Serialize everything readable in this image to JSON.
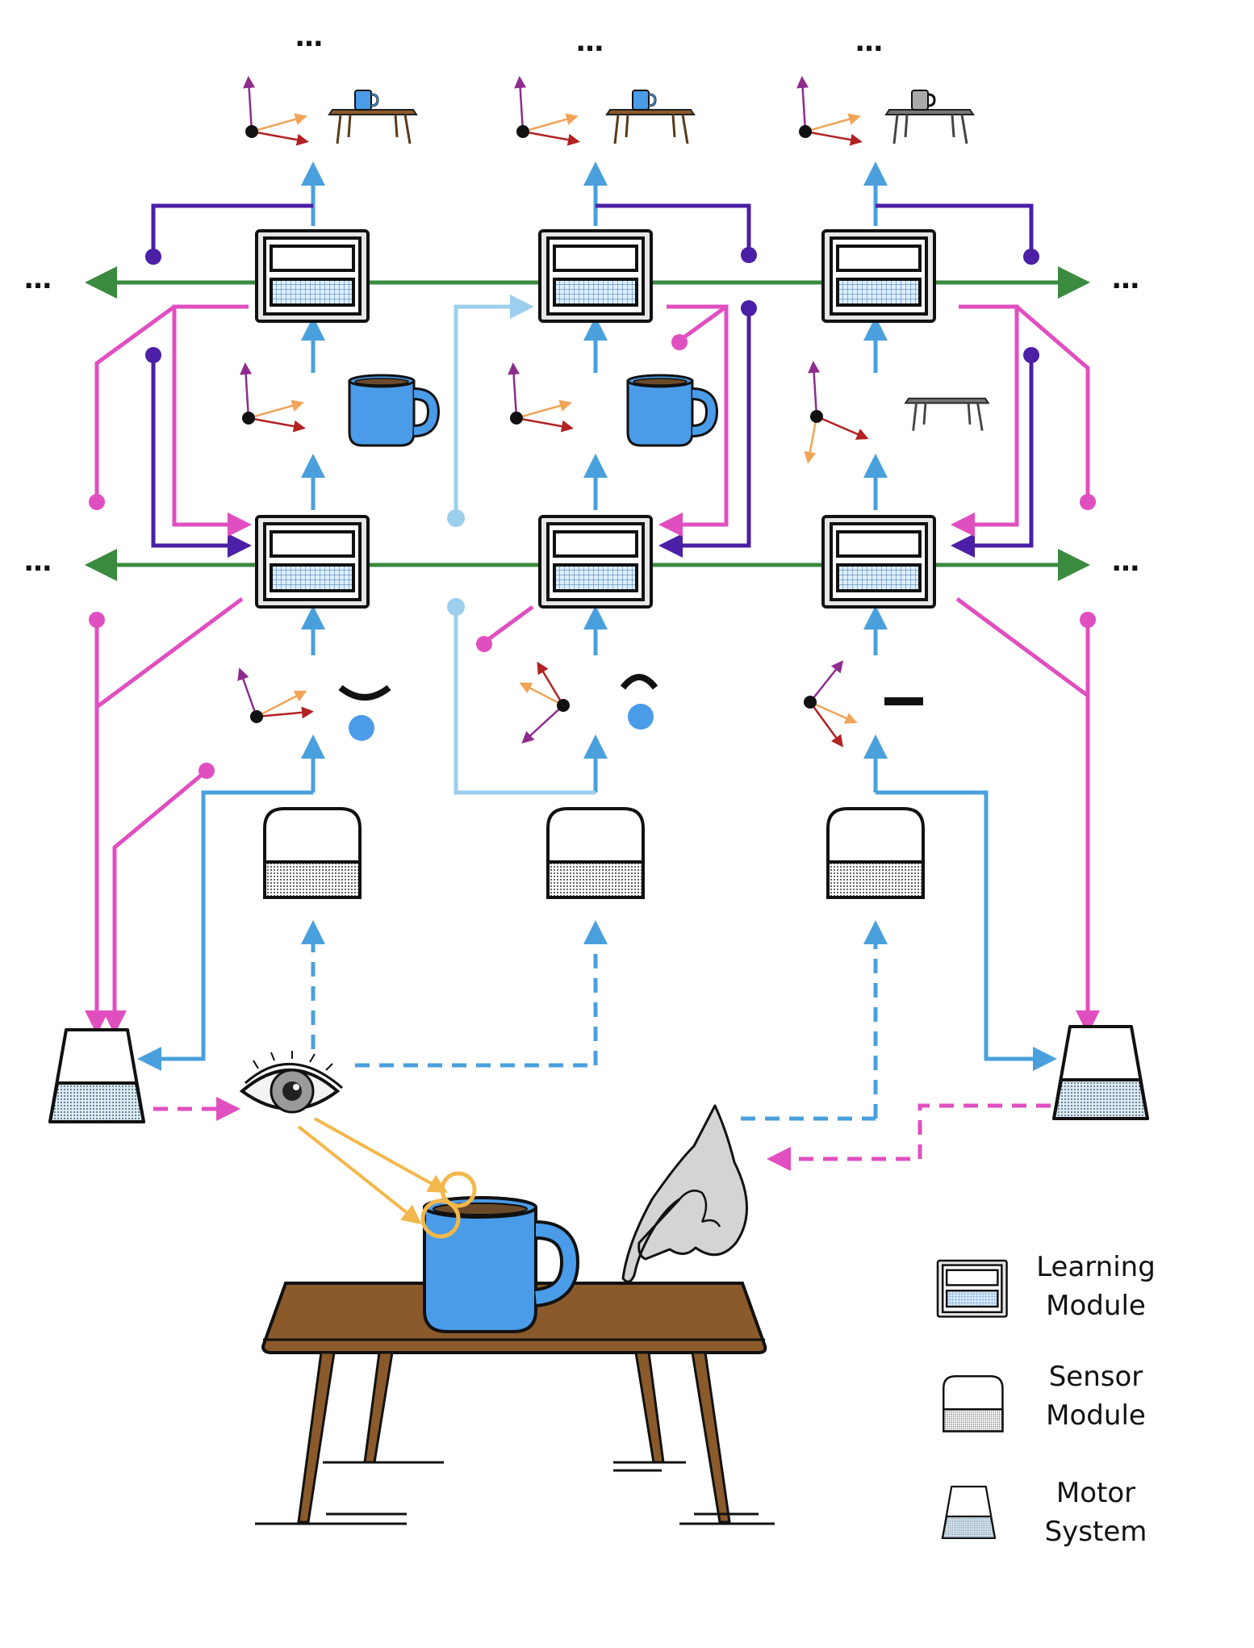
{
  "ellipsis": "…",
  "legend": {
    "learning_module": "Learning\nModule",
    "sensor_module": "Sensor\nModule",
    "motor_system": "Motor\nSystem"
  },
  "colors": {
    "lateral_vote": "#3a8a3f",
    "bottom_up": "#4aa0dc",
    "skip_bottom_up": "#9ccfee",
    "top_down": "#4b1fa6",
    "motor_output": "#e04fc0",
    "attention": "#f2b84b",
    "mug": "#4a9be8",
    "table": "#8b5a2b",
    "legend_bg": "#cbdbe3"
  },
  "icons": [
    "learning-module-icon",
    "sensor-module-icon",
    "motor-system-icon",
    "eye-icon",
    "hand-icon",
    "mug-icon",
    "table-icon",
    "reference-frame-icon"
  ]
}
